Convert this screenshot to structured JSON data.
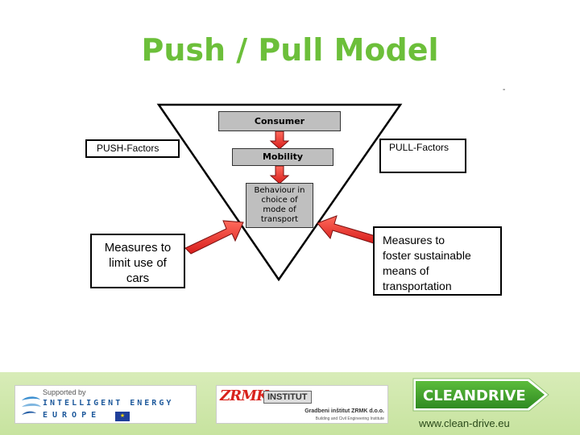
{
  "slide": {
    "title": "Push / Pull Model",
    "corner_mark": "-"
  },
  "diagram": {
    "consumer": "Consumer",
    "mobility": "Mobility",
    "behaviour_lines": [
      "Behaviour in",
      "choice of",
      "mode of",
      "transport"
    ],
    "push_factors": "PUSH-Factors",
    "pull_factors": "PULL-Factors",
    "push_measures_lines": [
      "Measures to",
      "limit use of",
      "cars"
    ],
    "pull_measures_lines": [
      "Measures to",
      "foster sustainable",
      "means of",
      "transportation"
    ]
  },
  "footer": {
    "supported_by": "Supported by",
    "iee_line1": "INTELLIGENT ENERGY",
    "iee_line2": "EUROPE",
    "zrmk_mark": "ZRMK",
    "zrmk_institut": "INSTITUT",
    "zrmk_name": "Gradbeni inštitut ZRMK d.o.o.",
    "zrmk_sub": "Building and Civil Engineering Institute",
    "cleandrive": "CLEANDRIVE",
    "website": "www.clean-drive.eu"
  },
  "colors": {
    "title_green": "#6cbf3a",
    "arrow_red": "#e8322f",
    "box_gray": "#bfbfbf",
    "footer_green": "#c7e39f",
    "cleandrive_green": "#3f9a2b"
  }
}
